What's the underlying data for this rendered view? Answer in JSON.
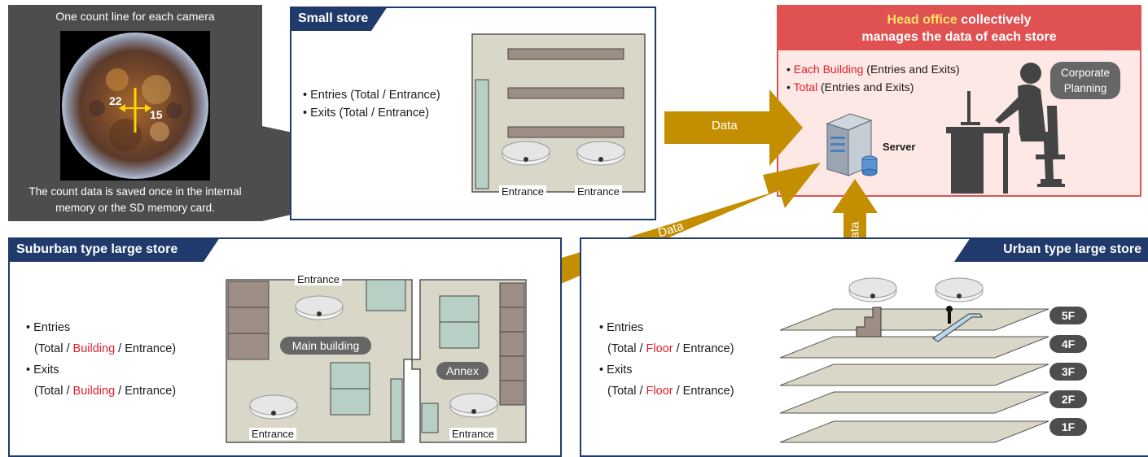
{
  "camera_box": {
    "top_caption": "One count line for each camera",
    "count_left": "22",
    "count_right": "15",
    "bottom_caption_line1": "The count data is saved once in the internal",
    "bottom_caption_line2": "memory or the SD memory card."
  },
  "small_store": {
    "title": "Small store",
    "bullet1": "• Entries (Total / Entrance)",
    "bullet2": "• Exits (Total / Entrance)",
    "entrance1": "Entrance",
    "entrance2": "Entrance"
  },
  "head_office": {
    "title_highlight": "Head office",
    "title_rest": " collectively",
    "title_line2": "manages the data of each store",
    "bullet1_red": "Each Building",
    "bullet1_rest": " (Entries and Exits)",
    "bullet2_red": "Total",
    "bullet2_rest": " (Entries and Exits)",
    "bullet_mark": "•",
    "server_label": "Server",
    "planning_line1": "Corporate",
    "planning_line2": "Planning"
  },
  "arrows": {
    "data_small": "Data",
    "data_suburban": "Data",
    "data_urban": "Data"
  },
  "suburban": {
    "title": "Suburban type large store",
    "entries": "• Entries",
    "entries_detail_pre": "(Total / ",
    "entries_detail_red": "Building",
    "entries_detail_post": " / Entrance)",
    "exits": "• Exits",
    "exits_detail_pre": "(Total / ",
    "exits_detail_red": "Building",
    "exits_detail_post": " / Entrance)",
    "entrance_top": "Entrance",
    "entrance_bottom_left": "Entrance",
    "entrance_bottom_right": "Entrance",
    "main_building": "Main building",
    "annex": "Annex"
  },
  "urban": {
    "title": "Urban type large store",
    "entries": "• Entries",
    "entries_detail_pre": "(Total / ",
    "entries_detail_red": "Floor",
    "entries_detail_post": " / Entrance)",
    "exits": "• Exits",
    "exits_detail_pre": "(Total / ",
    "exits_detail_red": "Floor",
    "exits_detail_post": " / Entrance)",
    "floors": [
      "5F",
      "4F",
      "3F",
      "2F",
      "1F"
    ]
  },
  "colors": {
    "navy": "#1f3a6b",
    "arrow_gold": "#c38f00",
    "head_red": "#e05252",
    "head_bg": "#fde8e6",
    "accent_red": "#e0202a",
    "floor_beige": "#d9d7c8"
  }
}
